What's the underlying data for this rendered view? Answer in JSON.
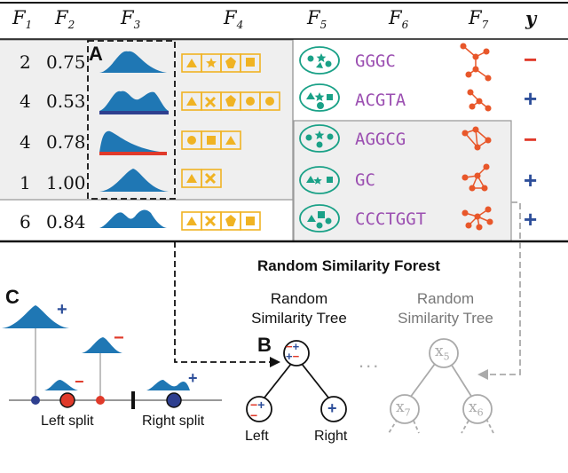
{
  "table": {
    "headers": [
      {
        "base": "F",
        "sub": "1"
      },
      {
        "base": "F",
        "sub": "2"
      },
      {
        "base": "F",
        "sub": "3"
      },
      {
        "base": "F",
        "sub": "4"
      },
      {
        "base": "F",
        "sub": "5"
      },
      {
        "base": "F",
        "sub": "6"
      },
      {
        "base": "F",
        "sub": "7"
      },
      {
        "base": "y",
        "sub": ""
      }
    ],
    "rows": [
      {
        "f1": "2",
        "f2": "0.75",
        "f6": "GGGC",
        "label": "−",
        "label_type": "minus"
      },
      {
        "f1": "4",
        "f2": "0.53",
        "f6": "ACGTA",
        "label": "+",
        "label_type": "plus"
      },
      {
        "f1": "4",
        "f2": "0.78",
        "f6": "AGGCG",
        "label": "−",
        "label_type": "minus"
      },
      {
        "f1": "1",
        "f2": "1.00",
        "f6": "GC",
        "label": "+",
        "label_type": "plus"
      },
      {
        "f1": "6",
        "f2": "0.84",
        "f6": "CCCTGGT",
        "label": "+",
        "label_type": "plus"
      }
    ]
  },
  "panels": {
    "a": "A",
    "b": "B",
    "c": "C"
  },
  "forest": {
    "title": "Random Similarity Forest",
    "tree_left_title_line1": "Random",
    "tree_left_title_line2": "Similarity Tree",
    "tree_right_title_line1": "Random",
    "tree_right_title_line2": "Similarity Tree",
    "ellipsis": "...",
    "left_child_label": "Left",
    "right_child_label": "Right",
    "ghost_root": "x",
    "ghost_root_sub": "5",
    "ghost_left": "x",
    "ghost_left_sub": "7",
    "ghost_right": "x",
    "ghost_right_sub": "6"
  },
  "split": {
    "left_label": "Left split",
    "right_label": "Right split",
    "plus": "+",
    "minus": "−"
  },
  "colors": {
    "blue": "#1f77b4",
    "red": "#e03a2a",
    "navy": "#2e3f8f",
    "orange": "#f0b323",
    "teal": "#1aa187",
    "purple": "#9b4fb1",
    "graph": "#e8572a",
    "gray": "#aaaaaa"
  }
}
